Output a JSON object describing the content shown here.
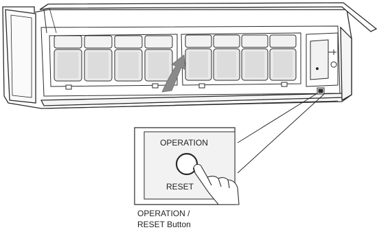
{
  "callout": {
    "top_label": "OPERATION",
    "bottom_label": "RESET"
  },
  "caption": {
    "line1": "OPERATION /",
    "line2": "RESET Button"
  },
  "colors": {
    "stroke": "#2a2a2a",
    "panel_fill": "#f2f2f2",
    "filter_fill": "#e9e9e9",
    "filter_shade": "#d4d4d4",
    "arrow": "#8a8a8a"
  }
}
